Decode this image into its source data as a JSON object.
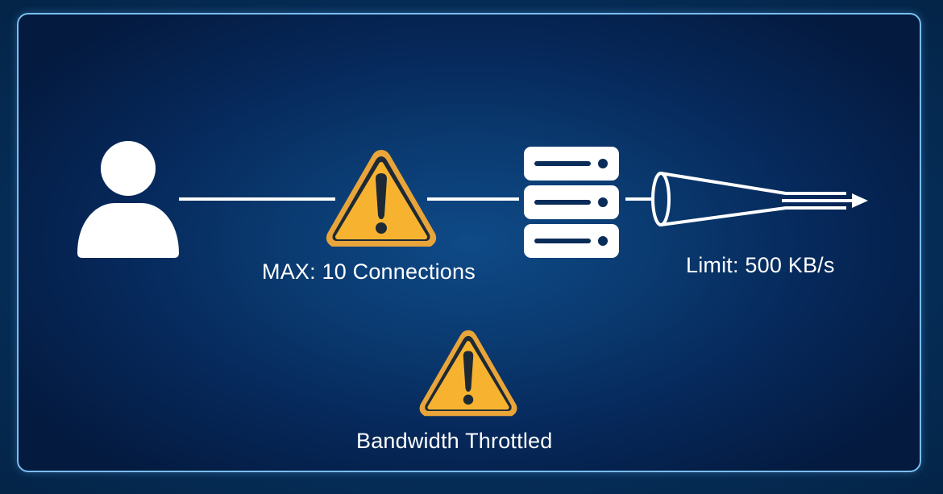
{
  "diagram": {
    "nodes": [
      {
        "id": "user",
        "icon": "user-icon"
      },
      {
        "id": "connection-limit",
        "icon": "warning-icon",
        "label": "MAX: 10 Connections"
      },
      {
        "id": "server",
        "icon": "server-icon"
      },
      {
        "id": "bandwidth-funnel",
        "icon": "funnel-arrow-icon",
        "label": "Limit: 500 KB/s"
      }
    ],
    "alert": {
      "icon": "warning-icon",
      "label": "Bandwidth Throttled"
    },
    "colors": {
      "background": "#06305c",
      "panel": "#041a3f",
      "panel_border": "#79bdf0",
      "warning_fill": "#f5b033",
      "warning_outline": "#1a2a3a",
      "icon_white": "#ffffff"
    }
  }
}
